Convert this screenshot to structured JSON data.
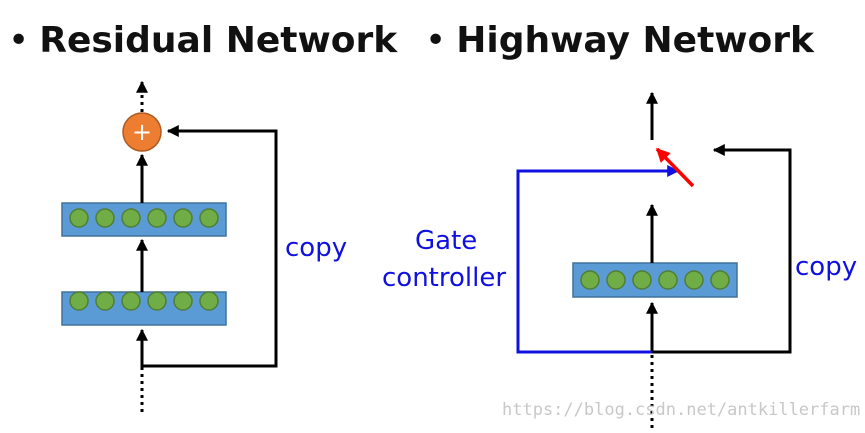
{
  "residual": {
    "title": "Residual Network",
    "copy_label": "copy",
    "add_symbol": "+"
  },
  "highway": {
    "title": "Highway Network",
    "gate_label_line1": "Gate",
    "gate_label_line2": "controller",
    "copy_label": "copy"
  },
  "bullet": "•",
  "watermark": "https://blog.csdn.net/antkillerfarm",
  "colors": {
    "layer_fill": "#5b9bd5",
    "neuron_fill": "#70ad47",
    "add_node": "#ed7d31",
    "gate_line": "#1010e0",
    "switch": "#ff0000",
    "line": "#000000"
  }
}
